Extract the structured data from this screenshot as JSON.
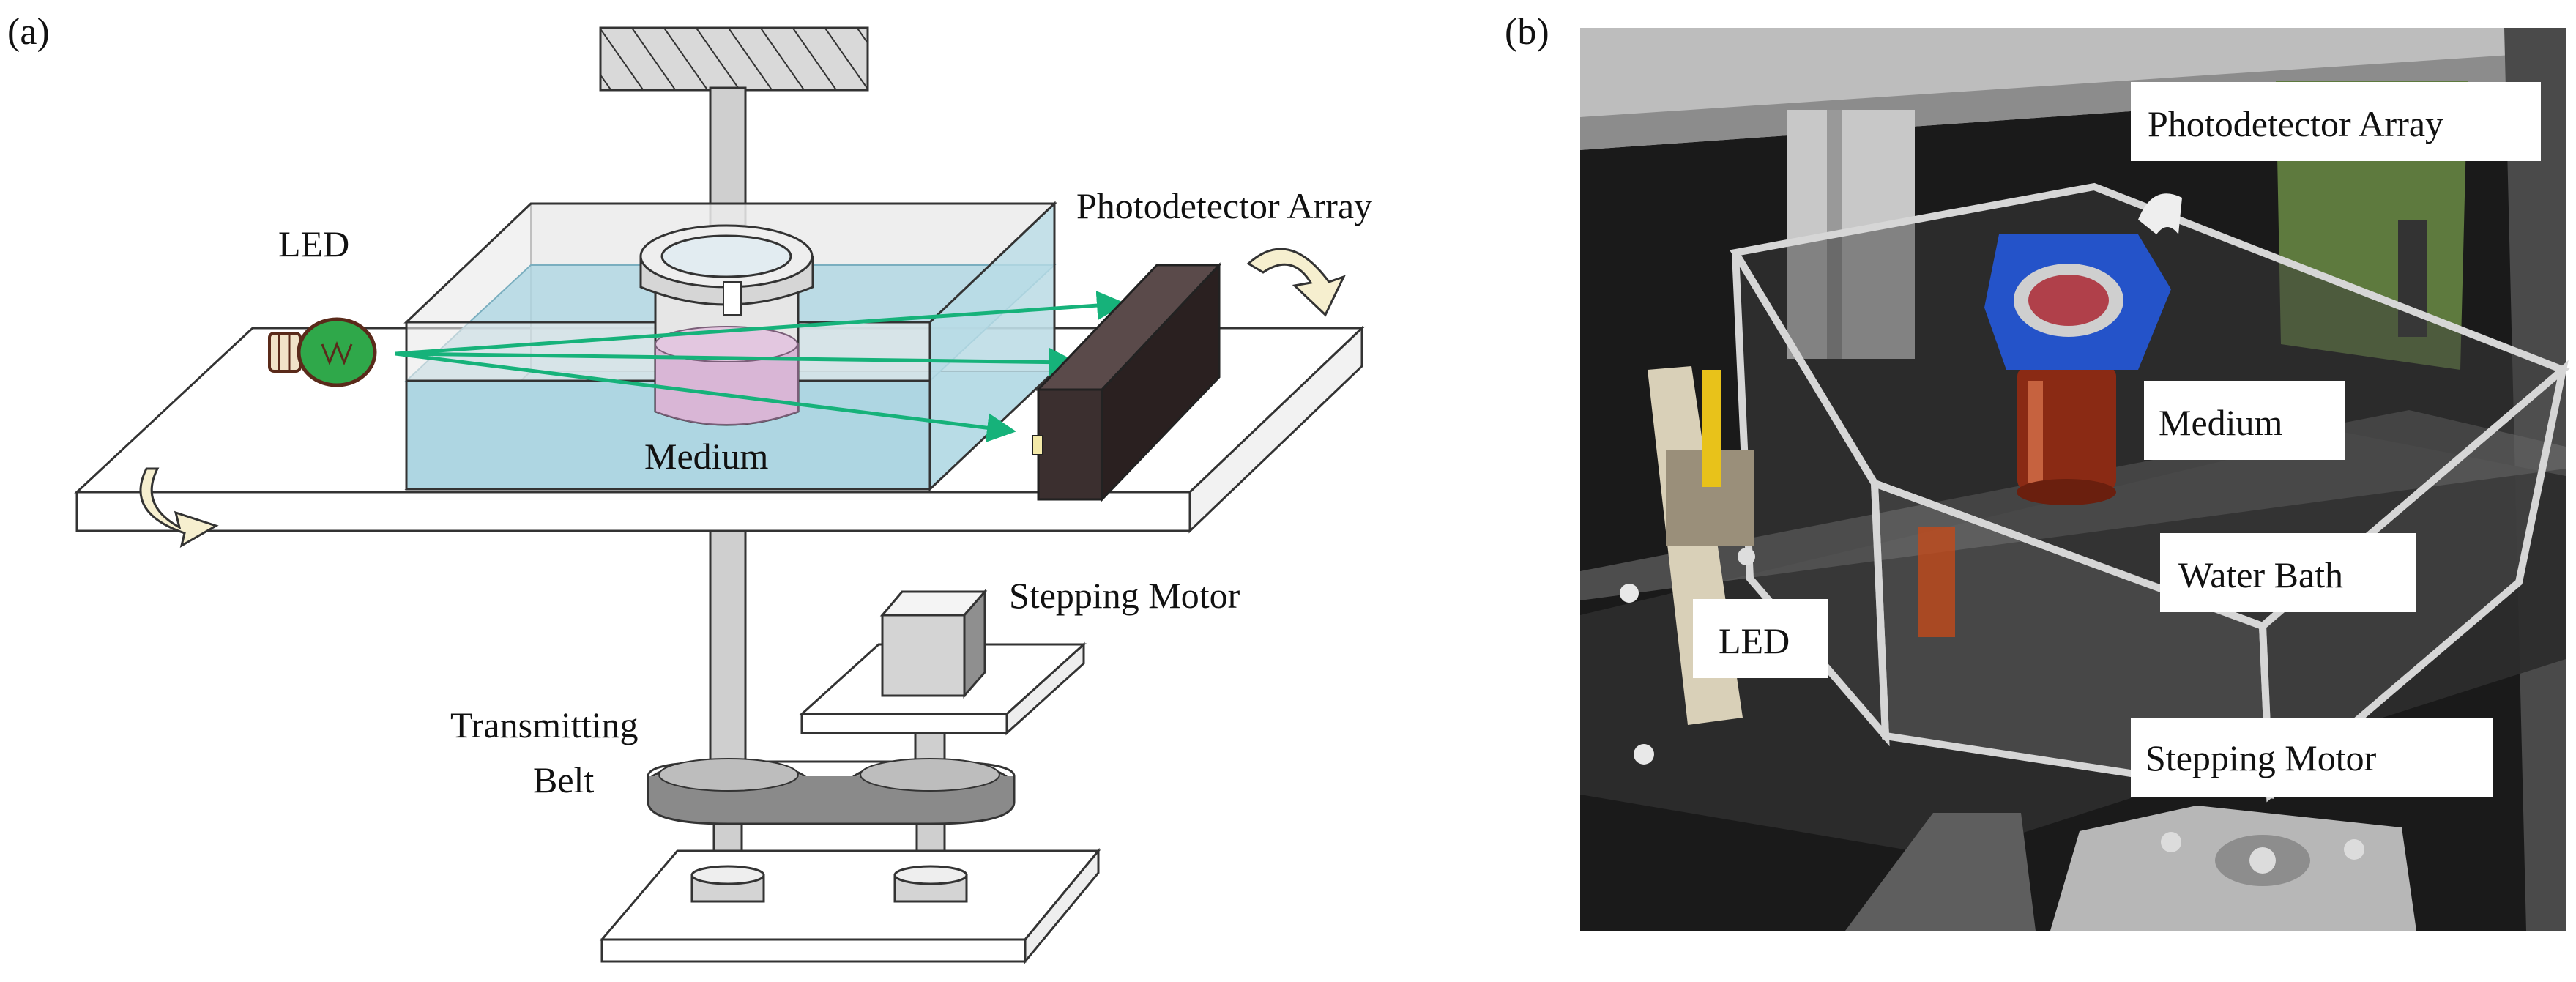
{
  "panel_a": {
    "tag": "(a)",
    "labels": {
      "led": "LED",
      "photodetector": "Photodetector Array",
      "medium": "Medium",
      "stepping_motor": "Stepping Motor",
      "belt_line1": "Transmitting",
      "belt_line2": "Belt"
    }
  },
  "panel_b": {
    "tag": "(b)",
    "labels": {
      "photodetector": "Photodetector Array",
      "medium": "Medium",
      "water_bath": "Water Bath",
      "led": "LED",
      "stepping_motor": "Stepping Motor"
    }
  },
  "colors": {
    "water": "#aed6e2",
    "medium_liquid": "#d9b6d6",
    "led_green": "#2fa84a",
    "light_ray": "#16b27a",
    "detector": "#3b2f2f",
    "rotation_arrow": "#f6efcf",
    "photo_background": "#1a1a1a",
    "holder_blue": "#2453c9",
    "culture_red": "#8a2a14"
  }
}
